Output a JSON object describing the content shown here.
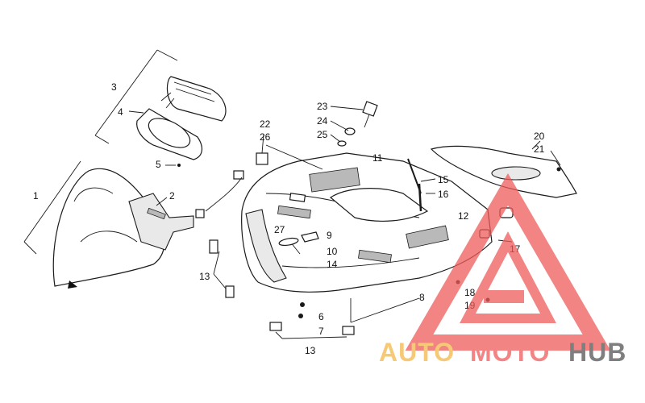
{
  "callouts": {
    "c1": "1",
    "c2": "2",
    "c3": "3",
    "c4": "4",
    "c5": "5",
    "c6": "6",
    "c7": "7",
    "c8": "8",
    "c9": "9",
    "c10": "10",
    "c11": "11",
    "c12": "12",
    "c13a": "13",
    "c13b": "13",
    "c14": "14",
    "c15": "15",
    "c16": "16",
    "c17": "17",
    "c18": "18",
    "c19": "19",
    "c20": "20",
    "c21": "21",
    "c22": "22",
    "c23": "23",
    "c24": "24",
    "c25": "25",
    "c26": "26",
    "c27": "27"
  },
  "watermark": {
    "part1": "AUTO",
    "part2": "MOTO",
    "part3": "HUB",
    "color_orange": "#f3b84a",
    "color_red": "#ee5b5b",
    "color_gray": "#555555"
  }
}
